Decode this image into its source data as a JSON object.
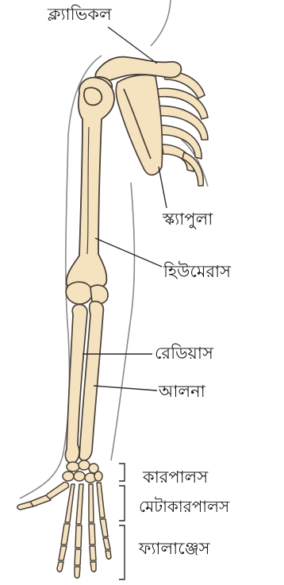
{
  "labels": {
    "clavicle": "ক্ল্যাভিকল",
    "scapula": "স্ক্যাপুলা",
    "humerus": "হিউমেরাস",
    "radius": "রেডিয়াস",
    "ulna": "আলনা",
    "carpals": "কারপালস",
    "metacarpals": "মেটাকারপালস",
    "phalanges": "ফ্যালাঞ্জেস"
  },
  "colors": {
    "bone_fill": "#f5e2bf",
    "bone_stroke": "#4a4038",
    "outline": "#7a7a7a",
    "leader": "#2a2a2a"
  }
}
